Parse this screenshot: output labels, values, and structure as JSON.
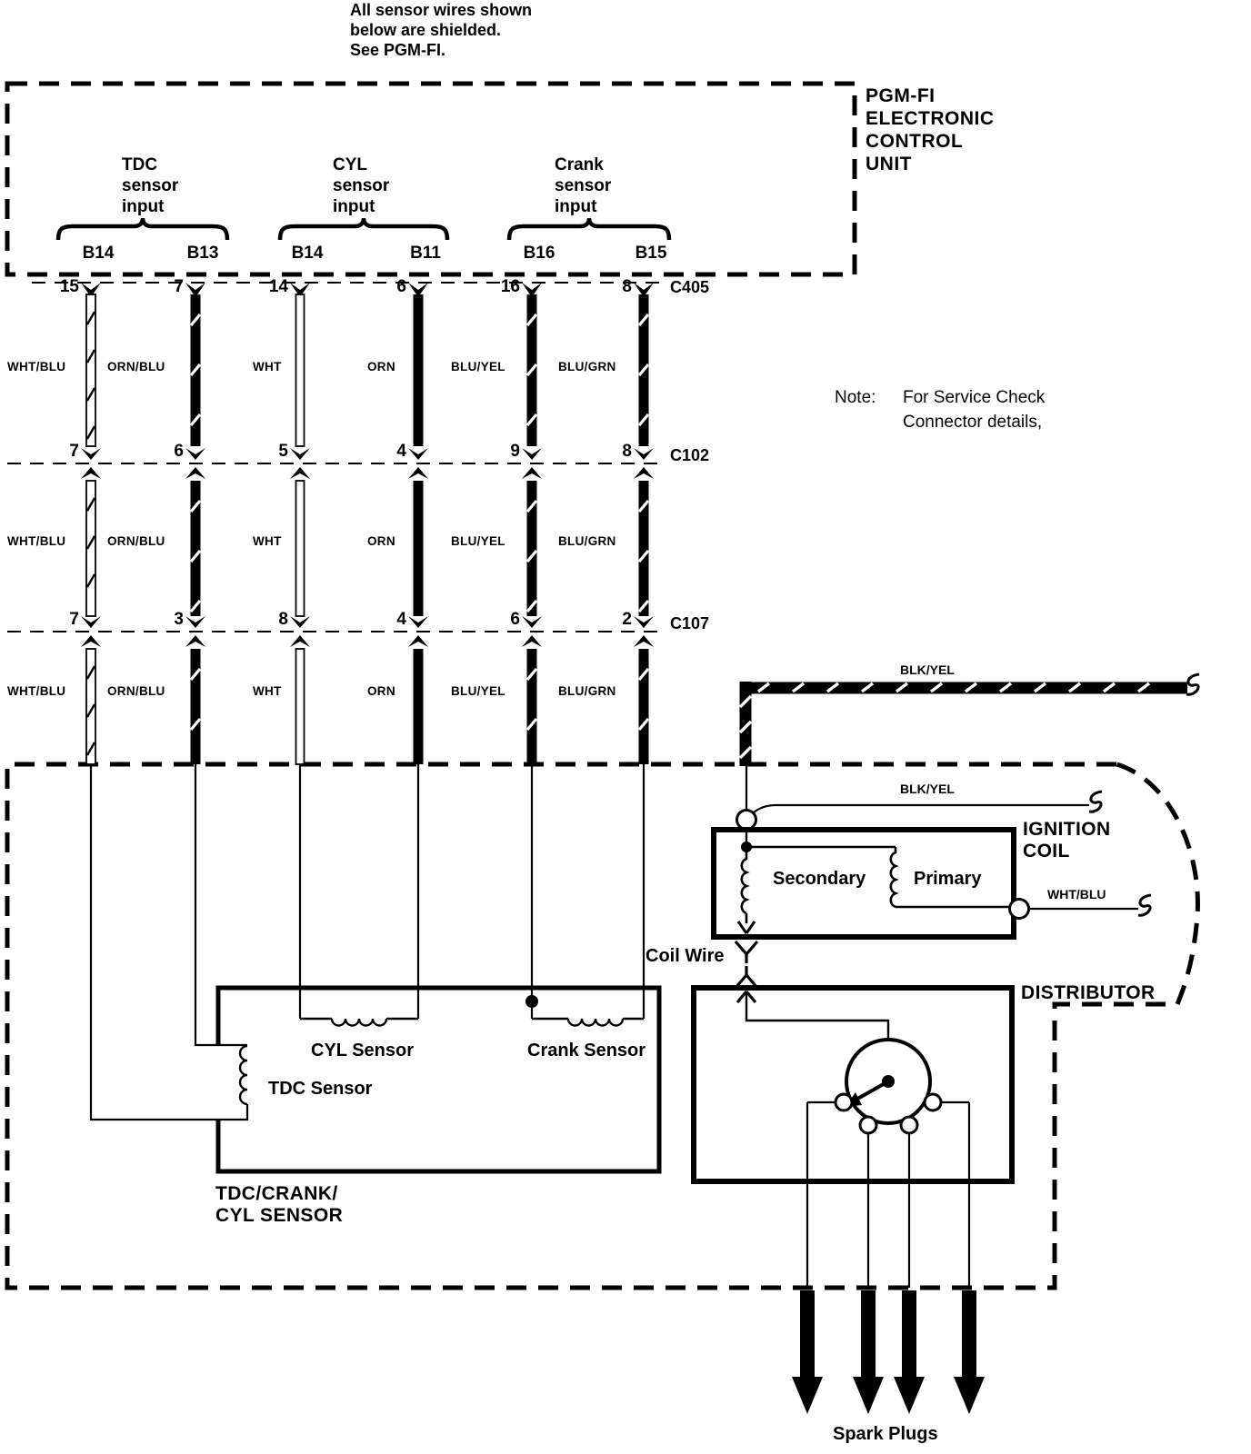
{
  "header": {
    "line1": "All sensor wires shown",
    "line2": "below are shielded.",
    "line3": "See PGM-FI."
  },
  "ecu": {
    "line1": "PGM-FI",
    "line2": "ELECTRONIC",
    "line3": "CONTROL",
    "line4": "UNIT"
  },
  "sensor_inputs": [
    {
      "title_l1": "TDC",
      "title_l2": "sensor",
      "title_l3": "input",
      "pin_left": "B14",
      "pin_right": "B13"
    },
    {
      "title_l1": "CYL",
      "title_l2": "sensor",
      "title_l3": "input",
      "pin_left": "B14",
      "pin_right": "B11"
    },
    {
      "title_l1": "Crank",
      "title_l2": "sensor",
      "title_l3": "input",
      "pin_left": "B16",
      "pin_right": "B15"
    }
  ],
  "connectors": [
    {
      "id": "C405",
      "pins": [
        "15",
        "7",
        "14",
        "6",
        "16",
        "8"
      ]
    },
    {
      "id": "C102",
      "pins": [
        "7",
        "6",
        "5",
        "4",
        "9",
        "8"
      ]
    },
    {
      "id": "C107",
      "pins": [
        "7",
        "3",
        "8",
        "4",
        "6",
        "2"
      ]
    }
  ],
  "wire_colors": [
    "WHT/BLU",
    "ORN/BLU",
    "WHT",
    "ORN",
    "BLU/YEL",
    "BLU/GRN"
  ],
  "note": {
    "label": "Note:",
    "line1": "For Service Check",
    "line2": "Connector details,"
  },
  "blk_yel_top": "BLK/YEL",
  "blk_yel_mid": "BLK/YEL",
  "ignition": {
    "title_l1": "IGNITION",
    "title_l2": "COIL",
    "secondary": "Secondary",
    "primary": "Primary",
    "wht_blu": "WHT/BLU"
  },
  "coil_wire": "Coil Wire",
  "distributor": "DISTRIBUTOR",
  "sensors": {
    "cyl": "CYL Sensor",
    "crank": "Crank Sensor",
    "tdc": "TDC Sensor",
    "box_l1": "TDC/CRANK/",
    "box_l2": "CYL SENSOR"
  },
  "spark_plugs": "Spark Plugs",
  "colors": {
    "ink": "#000000",
    "paper": "#ffffff"
  }
}
